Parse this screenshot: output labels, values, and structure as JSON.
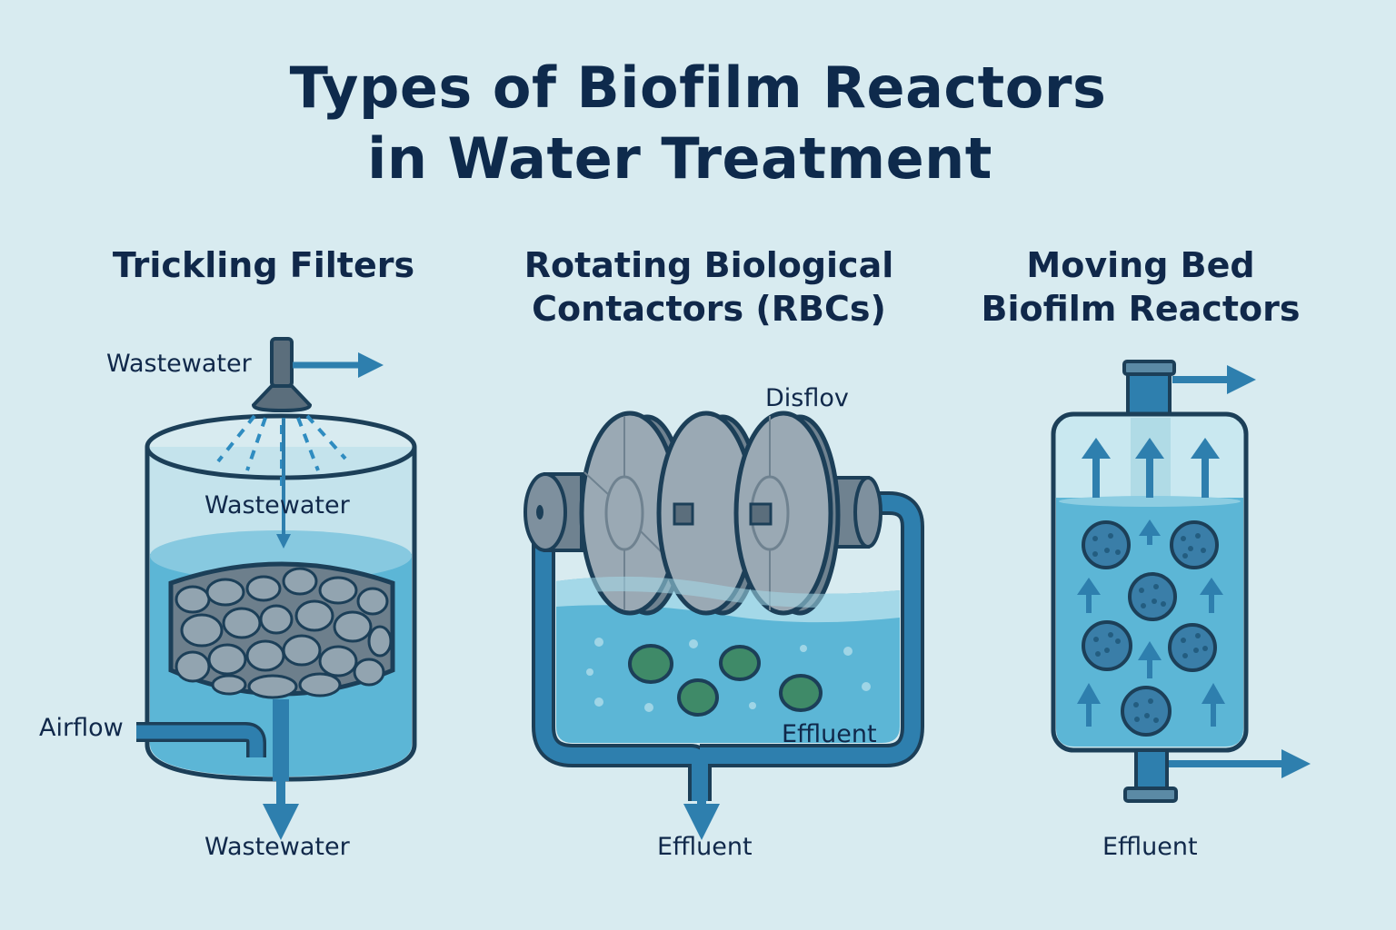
{
  "title": {
    "line1": "Types of Biofilm Reactors",
    "line2": "in Water Treatment"
  },
  "colors": {
    "background": "#d8ebf0",
    "text": "#10284a",
    "water": "#5fb8d8",
    "water_light": "#a8d8e8",
    "pipe": "#2e7fae",
    "outline": "#1c3f58",
    "media": "#7a8e9c",
    "biofilm_green": "#3f8a68"
  },
  "sections": [
    {
      "id": "trickling-filters",
      "title": "Trickling Filters",
      "labels": {
        "inlet": "Wastewater",
        "inside": "Wastewater",
        "air": "Airflow",
        "outlet": "Wastewater"
      }
    },
    {
      "id": "rbc",
      "title_line1": "Rotating Biological",
      "title_line2": "Contactors (RBCs)",
      "labels": {
        "top": "Disflov",
        "inside": "Effluent",
        "outlet": "Effluent"
      }
    },
    {
      "id": "mbbr",
      "title_line1": "Moving Bed",
      "title_line2": "Biofilm Reactors",
      "labels": {
        "outlet": "Effluent"
      }
    }
  ]
}
